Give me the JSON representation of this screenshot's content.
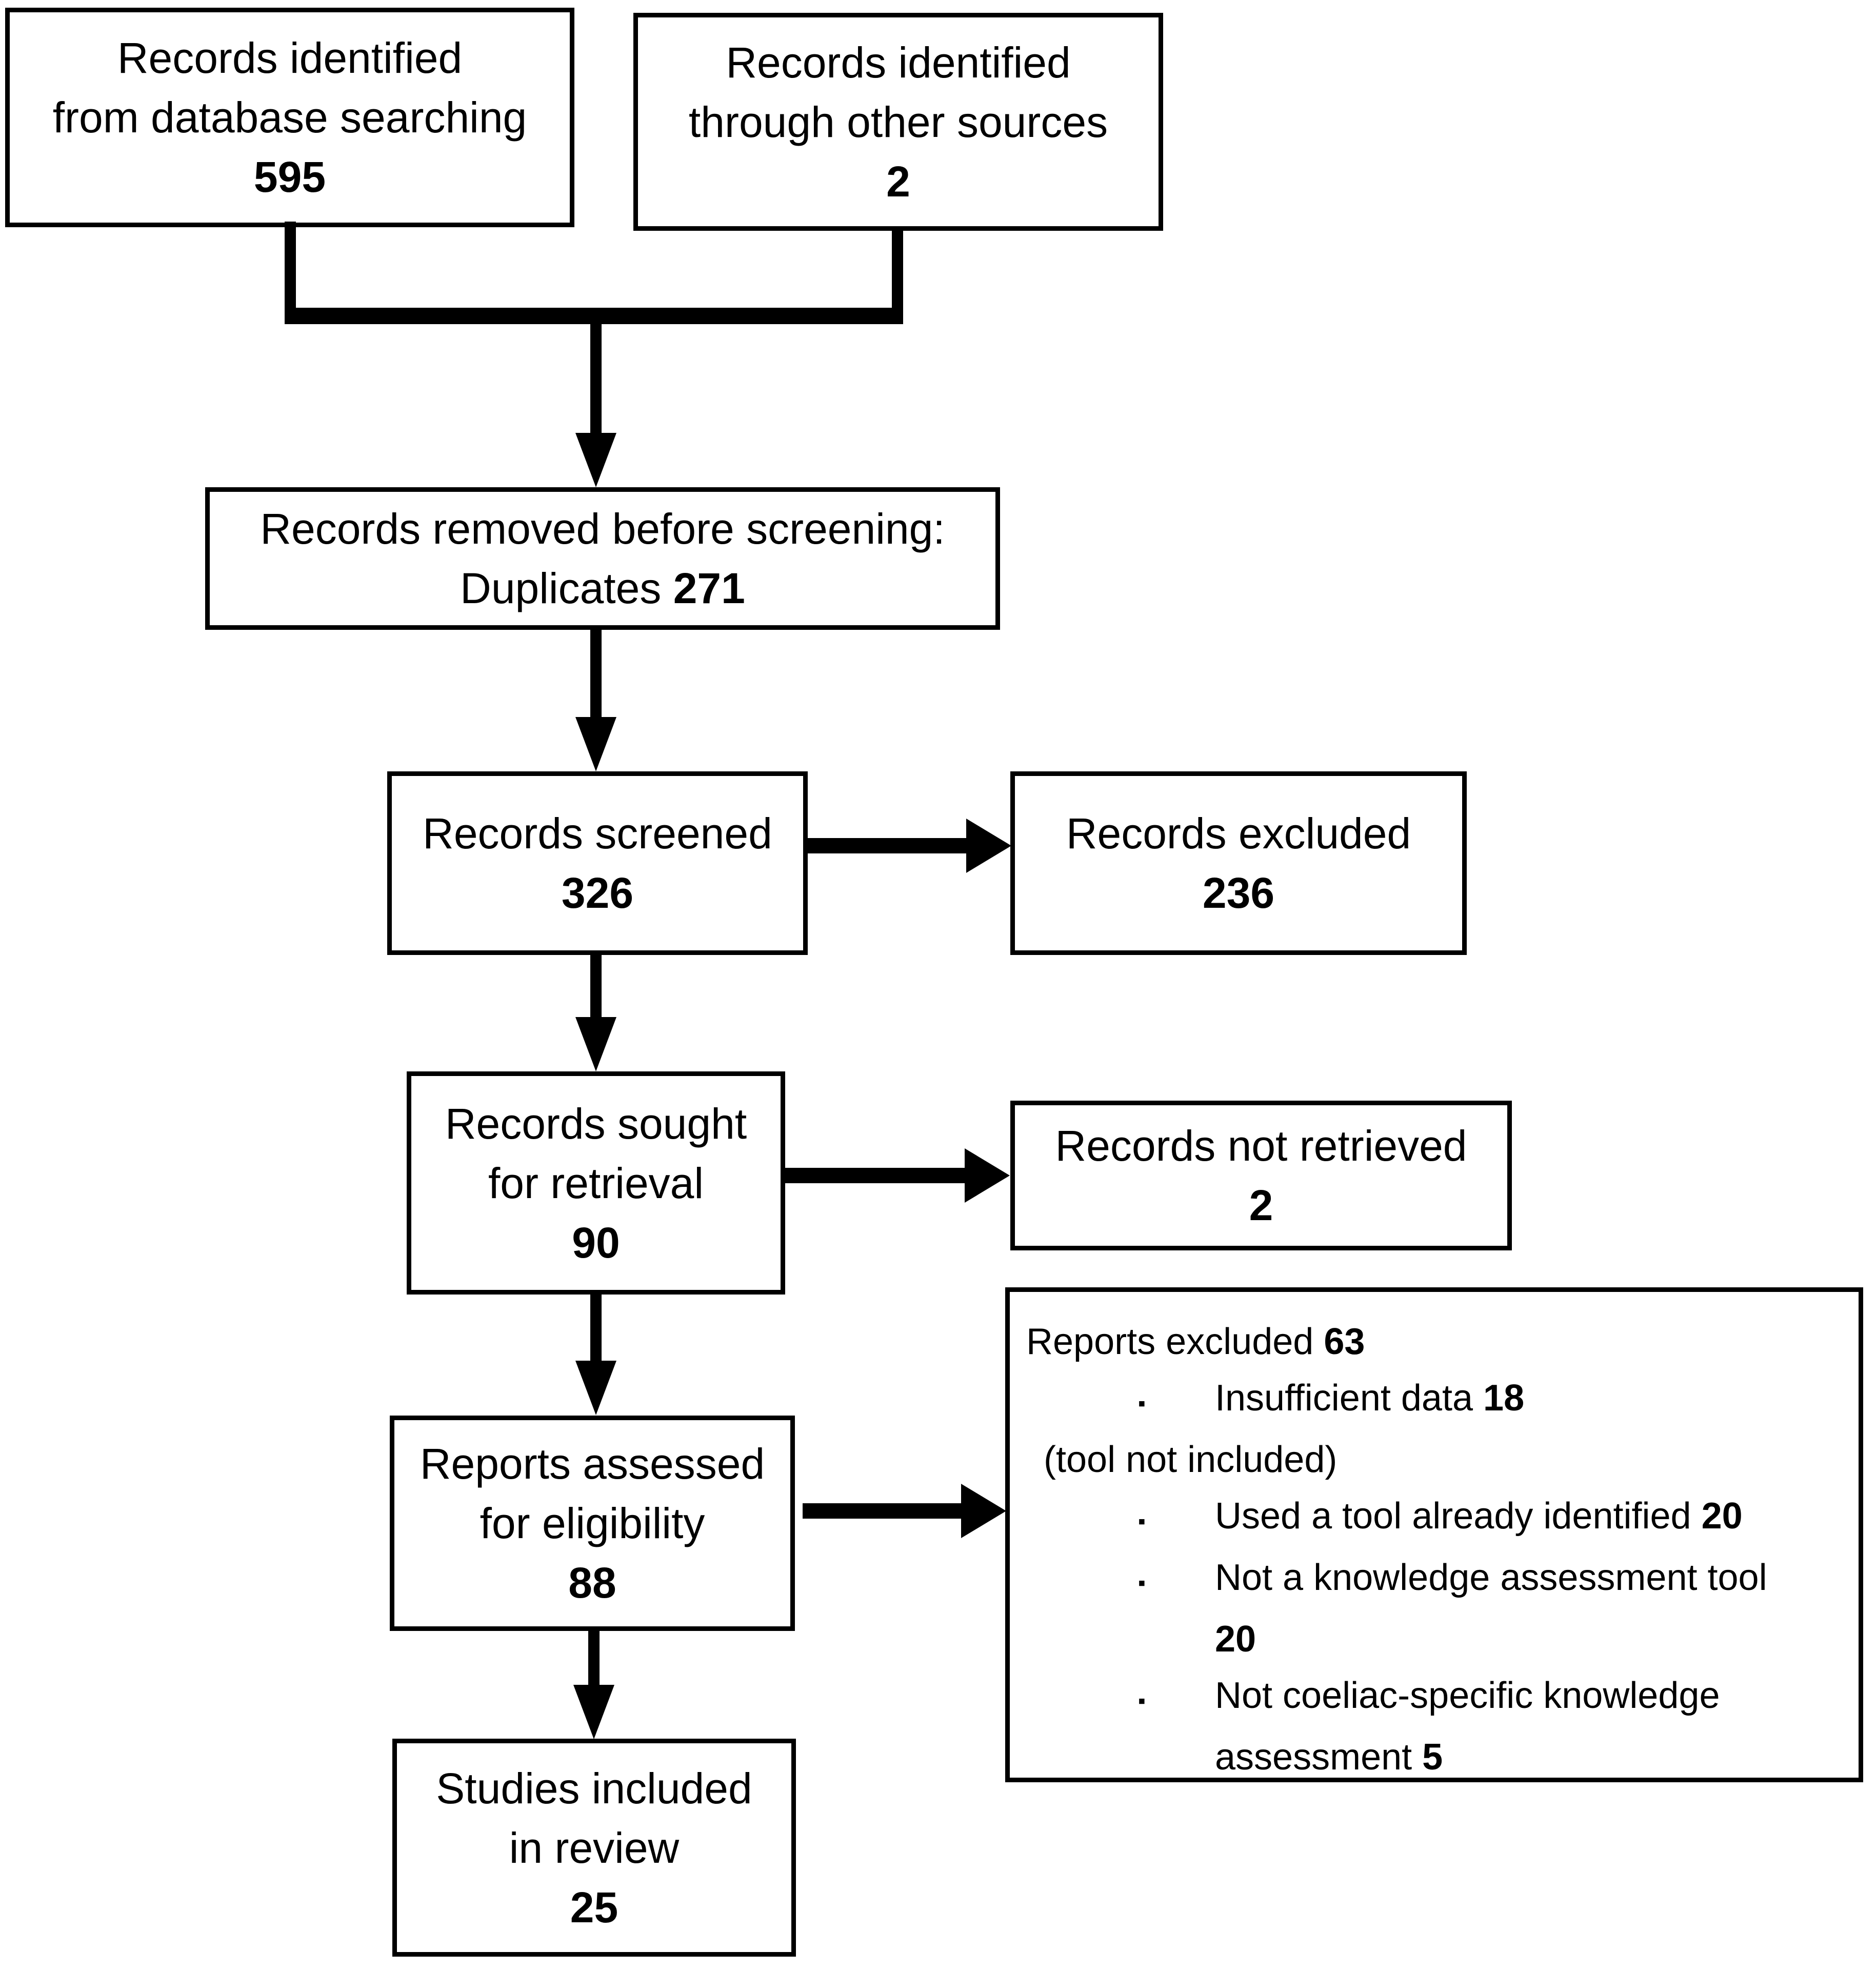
{
  "figure": {
    "type": "flowchart",
    "description": "Systematic review study selection flow diagram"
  },
  "colors": {
    "ink": "#000000",
    "background": "#ffffff"
  },
  "bullet_char": "▪",
  "boxes": {
    "identified_db": {
      "line1": "Records identified",
      "line2": "from database searching",
      "count": "595"
    },
    "identified_other": {
      "line1": "Records identified",
      "line2": "through other sources",
      "count": "2"
    },
    "removed": {
      "line1": "Records removed before screening:",
      "line2_label": "Duplicates ",
      "count": "271"
    },
    "screened": {
      "line1": "Records screened",
      "count": "326"
    },
    "excluded": {
      "line1": "Records excluded",
      "count": "236"
    },
    "sought": {
      "line1": "Records sought",
      "line2": "for retrieval",
      "count": "90"
    },
    "not_retrieved": {
      "line1": "Records not retrieved",
      "count": "2"
    },
    "assessed": {
      "line1": "Reports assessed",
      "line2": "for eligibility",
      "count": "88"
    },
    "included": {
      "line1": "Studies included",
      "line2": "in review",
      "count": "25"
    },
    "reports_excluded": {
      "title": "Reports excluded ",
      "count": "63",
      "reasons": [
        {
          "text": "Insufficient data ",
          "count": "18"
        },
        {
          "note": "(tool not included)"
        },
        {
          "text": "Used a tool already identified ",
          "count": "20"
        },
        {
          "text": "Not a knowledge assessment tool",
          "count_wrapped": "20"
        },
        {
          "text": "Not coeliac-specific knowledge",
          "wrap": "assessment ",
          "count": "5"
        }
      ]
    }
  }
}
